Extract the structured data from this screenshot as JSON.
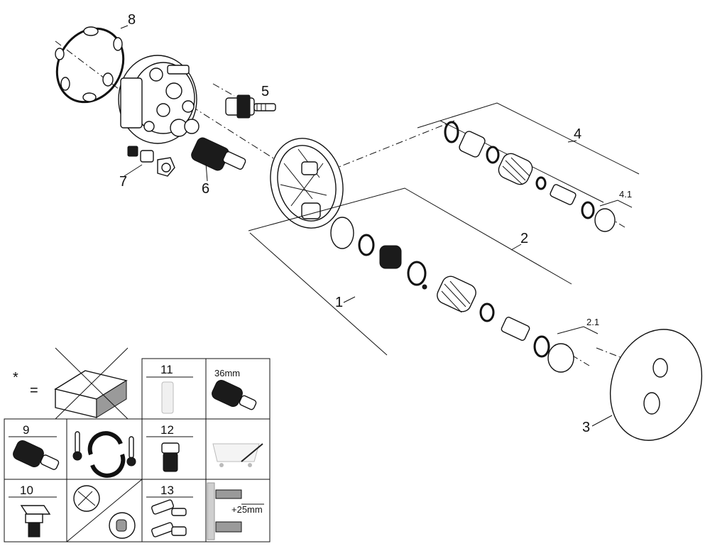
{
  "callouts": {
    "p1": "1",
    "p2": "2",
    "p2_1": "2.1",
    "p3": "3",
    "p4": "4",
    "p4_1": "4.1",
    "p5": "5",
    "p6": "6",
    "p7": "7",
    "p8": "8"
  },
  "legend": {
    "asterisk": "*",
    "equals": "=",
    "cell11": "11",
    "size36": "36mm",
    "cell9": "9",
    "cell12": "12",
    "cell10": "10",
    "cell13": "13",
    "plus25": "+25mm"
  }
}
